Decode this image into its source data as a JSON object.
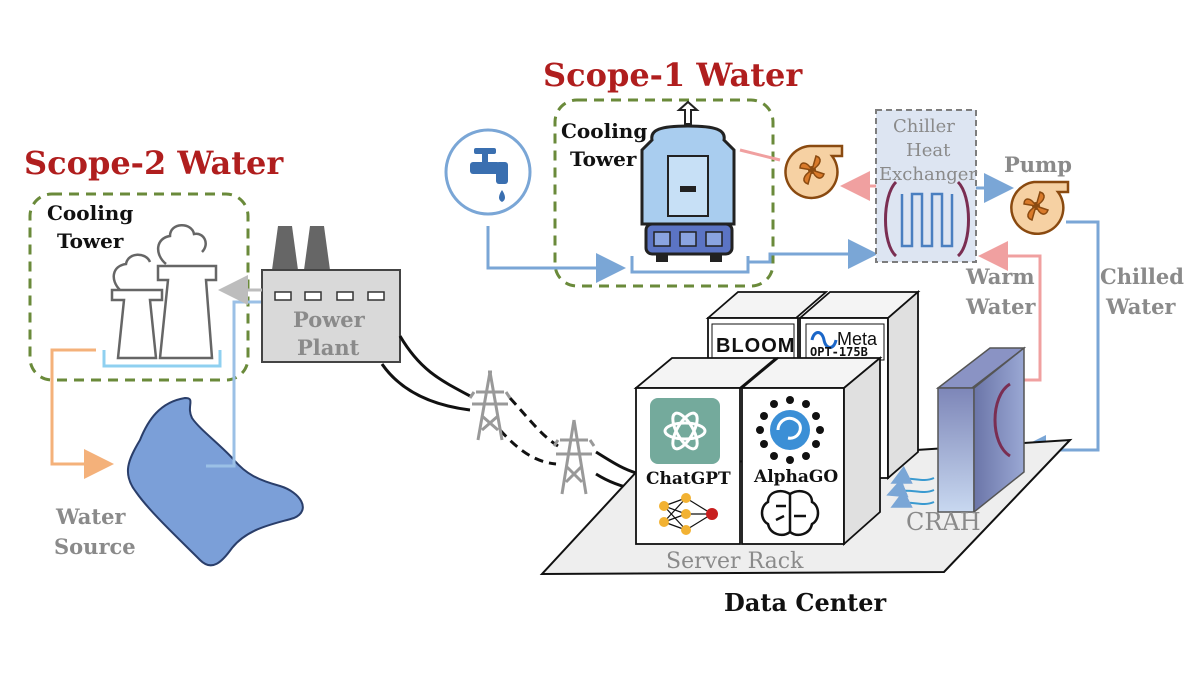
{
  "titles": {
    "scope1": "Scope-1 Water",
    "scope2": "Scope-2 Water",
    "color": "#b01e1e"
  },
  "labels": {
    "cooling_tower_1_line1": "Cooling",
    "cooling_tower_1_line2": "Tower",
    "cooling_tower_2_line1": "Cooling",
    "cooling_tower_2_line2": "Tower",
    "power_plant_line1": "Power",
    "power_plant_line2": "Plant",
    "water_source_line1": "Water",
    "water_source_line2": "Source",
    "chiller_line1": "Chiller",
    "chiller_line2": "Heat",
    "chiller_line3": "Exchanger",
    "pump": "Pump",
    "warm_water_line1": "Warm",
    "warm_water_line2": "Water",
    "chilled_water_line1": "Chilled",
    "chilled_water_line2": "Water",
    "crah": "CRAH",
    "server_rack": "Server Rack",
    "data_center": "Data Center"
  },
  "servers": {
    "chatgpt": "ChatGPT",
    "alphago": "AlphaGO",
    "bloom": "BLOOM",
    "meta": "Meta",
    "opt": "OPT-175B"
  },
  "colors": {
    "accent_green": "#6a8a3a",
    "pipe_blue": "#7aa6d6",
    "pipe_red": "#f0a0a0",
    "pipe_orange": "#f4b17a",
    "water_blue": "#7b9fd8",
    "gray_text": "#8a8a8a",
    "pump_orange": "#d97a2a"
  },
  "icons": {
    "faucet": "faucet-icon",
    "tower": "cooling-tower-icon",
    "plant": "power-plant-icon",
    "pump": "fan-pump-icon",
    "transmission": "transmission-tower-icon",
    "chatgpt": "openai-logo-icon",
    "alphago": "alphago-logo-icon",
    "neural_net": "neural-network-icon",
    "brain": "brain-icon"
  }
}
